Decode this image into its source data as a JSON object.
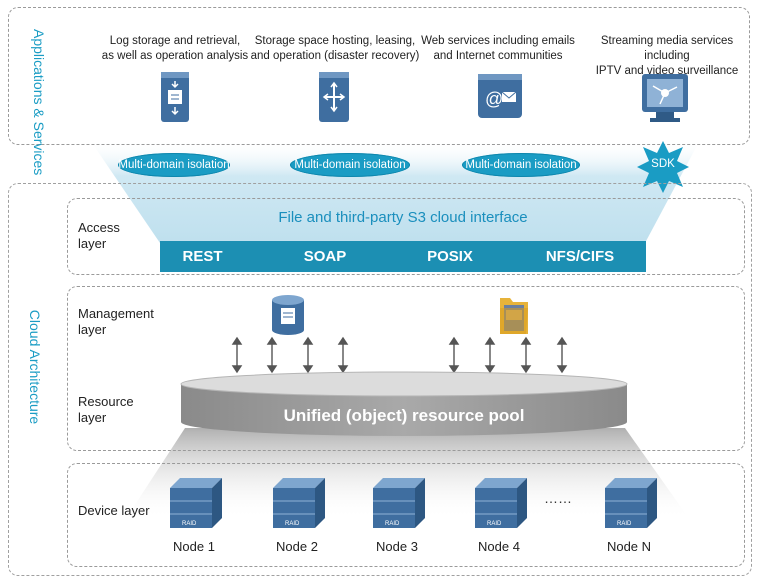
{
  "side_labels": {
    "top": "Applications & Services",
    "bottom": "Cloud Architecture"
  },
  "services": [
    {
      "line1": "Log storage and retrieval,",
      "line2": "as well as operation analysis",
      "icon": "document-server-icon"
    },
    {
      "line1": "Storage space hosting, leasing,",
      "line2": "and operation (disaster recovery)",
      "icon": "storage-server-icon"
    },
    {
      "line1": "Web services including emails",
      "line2": "and Internet communities",
      "icon": "email-icon"
    },
    {
      "line1": "Streaming media services including",
      "line2": "IPTV and video surveillance",
      "icon": "monitor-icon"
    }
  ],
  "isolation_label": "Multi-domain isolation",
  "sdk_label": "SDK",
  "access": {
    "line1": "Access",
    "line2": "layer",
    "interface_title": "File and third-party S3 cloud interface",
    "protocols": [
      "REST",
      "SOAP",
      "POSIX",
      "NFS/CIFS"
    ]
  },
  "management": {
    "line1": "Management",
    "line2": "layer"
  },
  "resource": {
    "line1": "Resource",
    "line2": "layer",
    "pool_label": "Unified (object) resource pool"
  },
  "device": {
    "label": "Device layer",
    "nodes": [
      "Node 1",
      "Node 2",
      "Node 3",
      "Node 4",
      "Node N"
    ],
    "ellipsis": "……",
    "raid_label": "RAID"
  },
  "colors": {
    "accent": "#1a9cc4",
    "protocol_bar": "#1c8fb3",
    "pool": "#8e8e8e"
  }
}
